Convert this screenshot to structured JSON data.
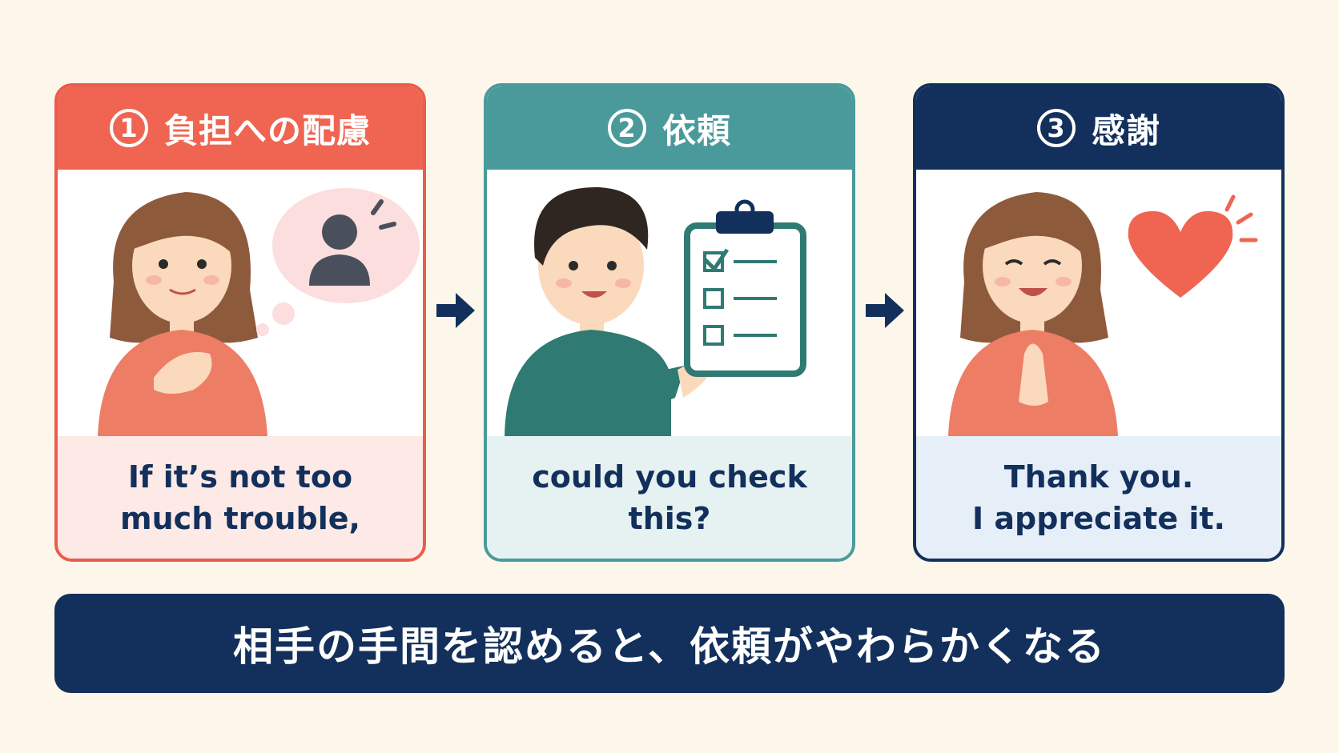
{
  "steps": [
    {
      "number": "1",
      "title": "負担への配慮",
      "caption_lines": [
        "If it’s not too",
        "much trouble,"
      ],
      "color": "#ef6552"
    },
    {
      "number": "2",
      "title": "依頼",
      "caption_lines": [
        "could you check this?"
      ],
      "color": "#4b9a9b"
    },
    {
      "number": "3",
      "title": "感謝",
      "caption_lines": [
        "Thank you.",
        "I appreciate it."
      ],
      "color": "#13305c"
    }
  ],
  "banner": {
    "text": "相手の手間を認めると、依頼がやわらかくなる"
  },
  "icons": [
    "worried-person-thought-icon",
    "clipboard-checklist-icon",
    "heart-icon",
    "arrow-right-icon"
  ]
}
